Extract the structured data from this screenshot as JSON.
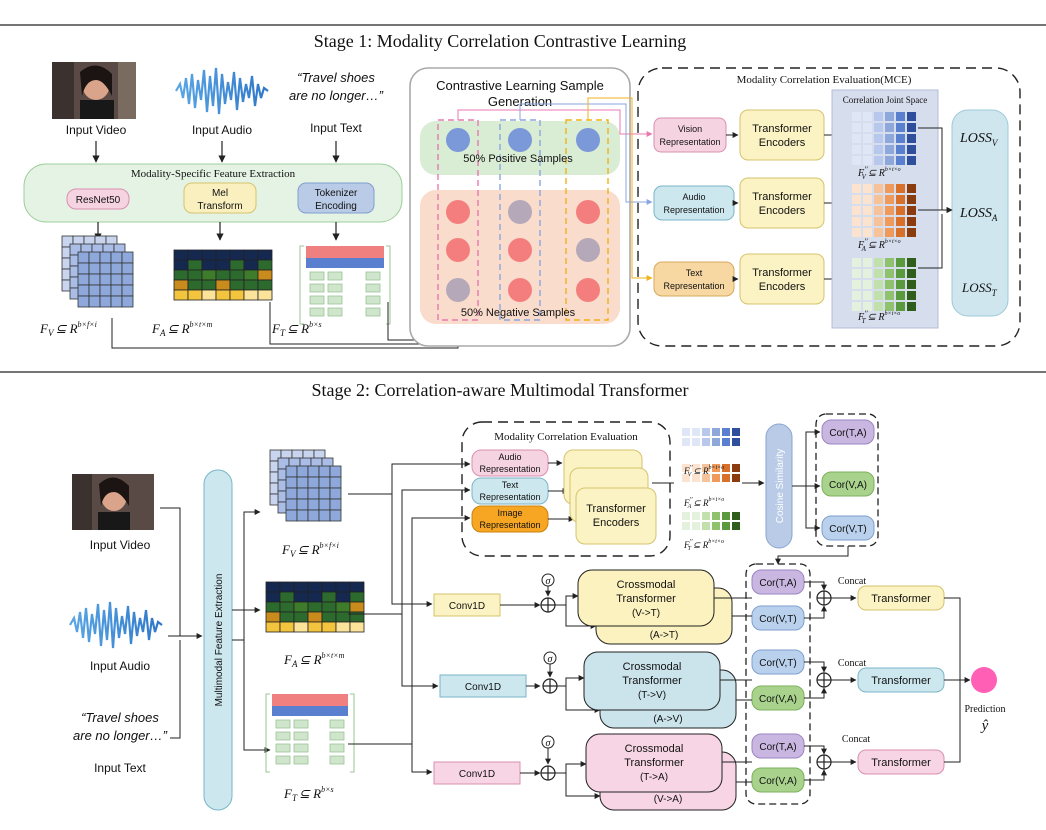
{
  "stage1": {
    "title": "Stage 1: Modality Correlation Contrastive Learning",
    "inputs": {
      "video": "Input Video",
      "audio": "Input Audio",
      "text": "Input Text",
      "quote_line1": "“Travel shoes",
      "quote_line2": "are no longer…”"
    },
    "extraction": {
      "title": "Modality-Specific Feature Extraction",
      "resnet": "ResNet50",
      "mel_line1": "Mel",
      "mel_line2": "Transform",
      "tok_line1": "Tokenizer",
      "tok_line2": "Encoding"
    },
    "features": {
      "fv_main": "F",
      "fv_sub": "V",
      "fv_rel": "⊆ R",
      "fv_sup": "b×f×i",
      "fa_main": "F",
      "fa_sub": "A",
      "fa_rel": "⊆ R",
      "fa_sup": "b×t×m",
      "ft_main": "F",
      "ft_sub": "T",
      "ft_rel": "⊆ R",
      "ft_sup": "b×s"
    },
    "sample_gen": {
      "title_line1": "Contrastive Learning Sample",
      "title_line2": "Generation",
      "positive": "50% Positive Samples",
      "negative": "50% Negative Samples"
    },
    "mce": {
      "title": "Modality Correlation Evaluation(MCE)",
      "vision_line1": "Vision",
      "vision_line2": "Representation",
      "audio_line1": "Audio",
      "audio_line2": "Representation",
      "text_line1": "Text",
      "text_line2": "Representation",
      "te_line1": "Transformer",
      "te_line2": "Encoders",
      "joint_space": "Correlation Joint Space",
      "fv2_main": "F",
      "fv2_sub": "V",
      "fa2_main": "F",
      "fa2_sub": "A",
      "ft2_main": "F",
      "ft2_sub": "T",
      "prime": "′′",
      "rel": "⊆ R",
      "sup2": "b×t×o",
      "loss_main": "LOSS",
      "loss_v": "V",
      "loss_a": "A",
      "loss_t": "T"
    }
  },
  "stage2": {
    "title": "Stage 2: Correlation-aware Multimodal Transformer",
    "inputs": {
      "video": "Input Video",
      "audio": "Input Audio",
      "text": "Input Text",
      "quote_line1": "“Travel shoes",
      "quote_line2": "are no longer…”"
    },
    "mfe": "Multimodal Feature Extraction",
    "mce": {
      "title": "Modality Correlation Evaluation",
      "audio_line1": "Audio",
      "audio_line2": "Representation",
      "text_line1": "Text",
      "text_line2": "Representation",
      "image_line1": "Image",
      "image_line2": "Representation",
      "te_line1": "Transformer",
      "te_line2": "Encoders"
    },
    "cosine": "Cosine Similarity",
    "cor": {
      "ta": "Cor(T,A)",
      "va": "Cor(V,A)",
      "vt": "Cor(V,T)"
    },
    "conv": "Conv1D",
    "sigma": "σ",
    "cross_line1": "Crossmodal",
    "cross_line2": "Transformer",
    "cross1_dir": "(V->T)",
    "cross1_back": "(A->T)",
    "cross2_dir": "(T->V)",
    "cross2_back": "(A->V)",
    "cross3_dir": "(T->A)",
    "cross3_back": "(V->A)",
    "concat": "Concat",
    "transformer": "Transformer",
    "prediction": "Prediction",
    "y_hat": "ŷ"
  },
  "colors": {
    "green_panel": "#e4f3e3",
    "vision_pink": "#f6d3e1",
    "mel_yellow": "#faf0bf",
    "token_blue": "#b9cbe6",
    "te_yellow": "#fbf3c3",
    "audio_rep_blue": "#cde7ef",
    "text_rep_orange": "#f7d8a2",
    "joint_space": "#d6dded",
    "loss_panel": "#cfe6ee",
    "image_rep": "#f6a623",
    "cor_purple": "#c9b7e1",
    "cor_green": "#a9d38d",
    "cor_blue": "#b9d1ec",
    "cross_yellow": "#fbf2bf",
    "cross_blue": "#cbe4ec",
    "cross_pink": "#f7d5e4",
    "prediction_dot": "#ff5fb5"
  }
}
